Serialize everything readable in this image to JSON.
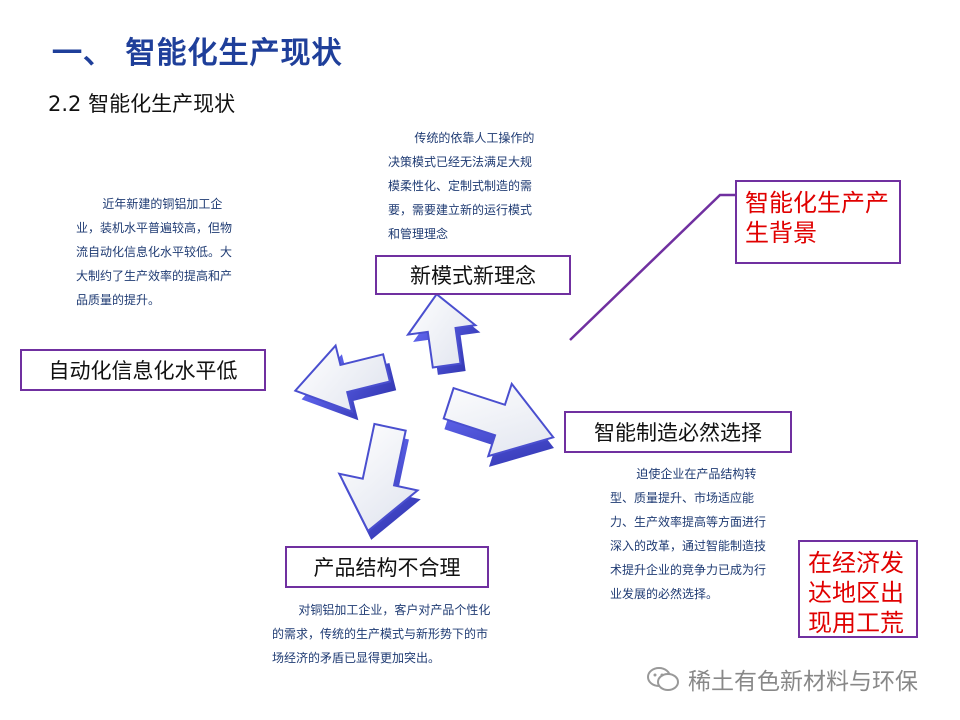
{
  "header": {
    "title": "一、 智能化生产现状",
    "subtitle": "2.2 智能化生产现状"
  },
  "labels": {
    "new_mode": "新模式新理念",
    "automation": "自动化信息化水平低",
    "smart_choice": "智能制造必然选择",
    "product_structure": "产品结构不合理",
    "background": "智能化生产产生背景",
    "developed_regions": "在经济发达地区出现用工荒"
  },
  "paragraphs": {
    "left": "近年新建的铜铝加工企业，装机水平普遍较高，但物流自动化信息化水平较低。大大制约了生产效率的提高和产品质量的提升。",
    "top": "传统的依靠人工操作的决策模式已经无法满足大规模柔性化、定制式制造的需要，需要建立新的运行模式和管理理念",
    "right": "迫使企业在产品结构转型、质量提升、市场适应能力、生产效率提高等方面进行深入的改革，通过智能制造技术提升企业的竞争力已成为行业发展的必然选择。",
    "bottom": "对铜铝加工企业，客户对产品个性化的需求，传统的生产模式与新形势下的市场经济的矛盾已显得更加突出。"
  },
  "watermark": "稀土有色新材料与环保",
  "colors": {
    "title": "#1f3f9a",
    "box_border": "#7030a0",
    "red_text": "#e00000",
    "arrow_fill": "#ffffff",
    "arrow_edge": "#4a4fcf"
  }
}
